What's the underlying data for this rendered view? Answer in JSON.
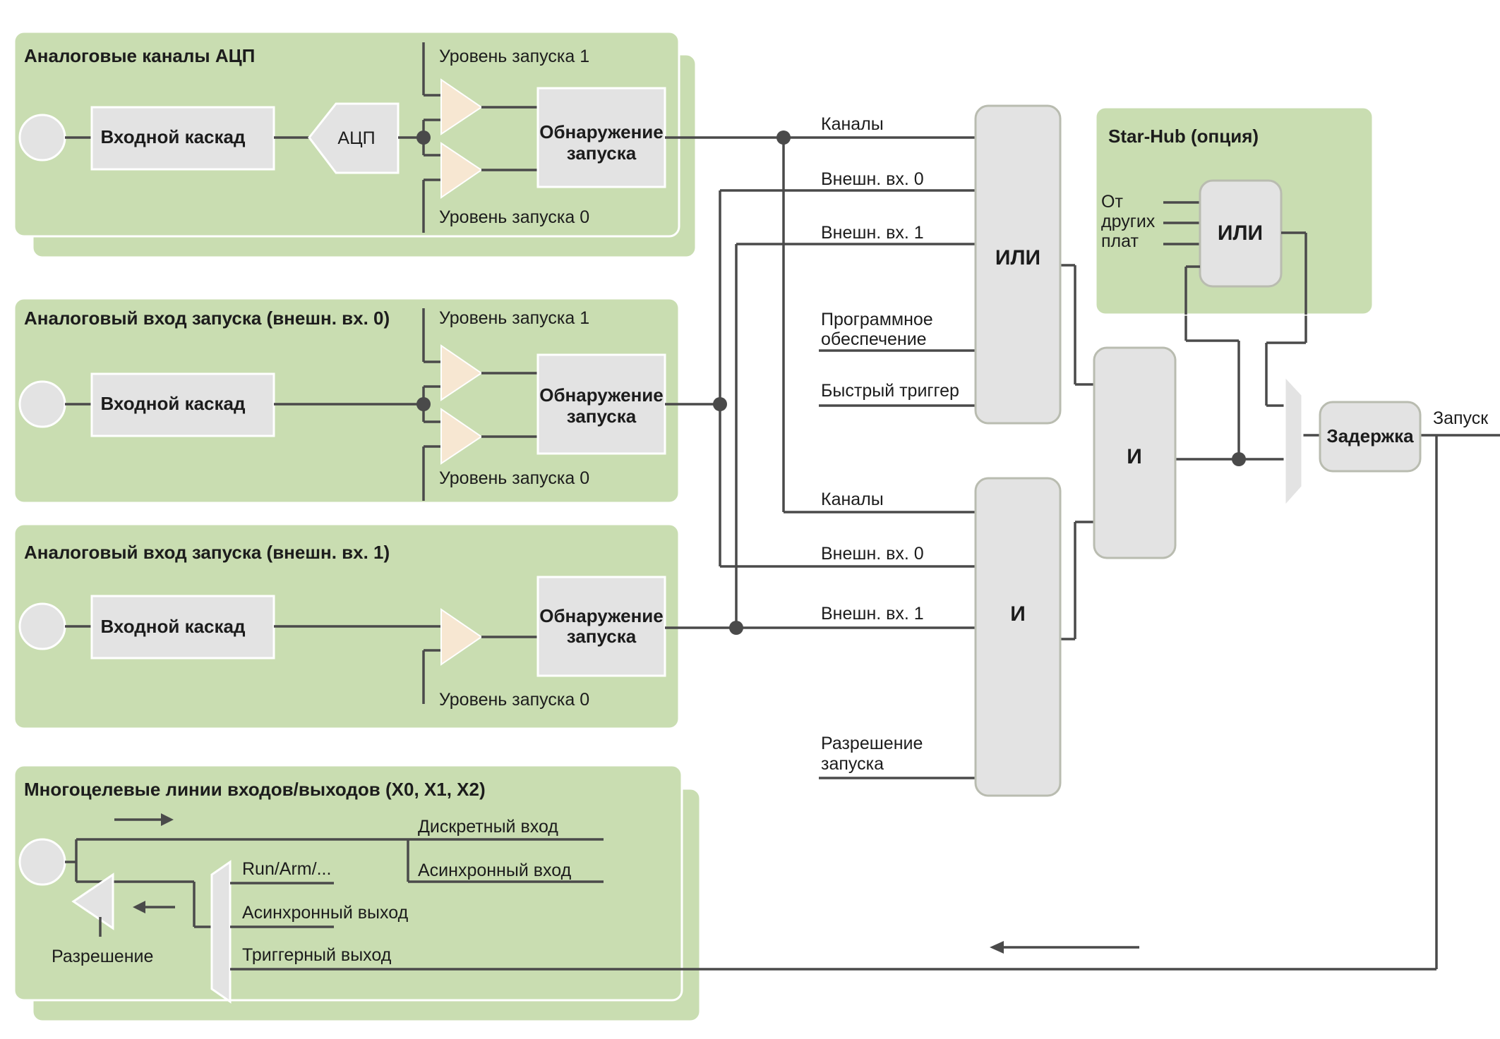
{
  "panels": {
    "adc": {
      "title": "Аналоговые каналы АЦП",
      "input_stage": "Входной каскад",
      "adc": "АЦП",
      "level1": "Уровень запуска 1",
      "level0": "Уровень запуска 0",
      "detect": [
        "Обнаружение",
        "запуска"
      ]
    },
    "ext0": {
      "title": "Аналоговый вход запуска (внешн. вх. 0)",
      "input_stage": "Входной каскад",
      "level1": "Уровень запуска 1",
      "level0": "Уровень запуска 0",
      "detect": [
        "Обнаружение",
        "запуска"
      ]
    },
    "ext1": {
      "title": "Аналоговый вход запуска (внешн. вх. 1)",
      "input_stage": "Входной каскад",
      "level0": "Уровень запуска 0",
      "detect": [
        "Обнаружение",
        "запуска"
      ]
    },
    "mio": {
      "title": "Многоцелевые линии входов/выходов (X0, X1, X2)",
      "digital_in": "Дискретный вход",
      "async_in": "Асинхронный вход",
      "run_arm": "Run/Arm/...",
      "async_out": "Асинхронный выход",
      "trigger_out": "Триггерный выход",
      "enable": "Разрешение"
    }
  },
  "or_inputs": {
    "channels": "Каналы",
    "ext0": "Внешн. вх. 0",
    "ext1": "Внешн. вх. 1",
    "software": [
      "Программное",
      "обеспечение"
    ],
    "fast": "Быстрый триггер"
  },
  "and_inputs": {
    "channels": "Каналы",
    "ext0": "Внешн. вх. 0",
    "ext1": "Внешн. вх. 1",
    "enable": [
      "Разрешение",
      "запуска"
    ]
  },
  "gates": {
    "or": "ИЛИ",
    "and_left": "И",
    "and_right": "И"
  },
  "starhub": {
    "title": "Star-Hub (опция)",
    "from_other": [
      "От",
      "других",
      "плат"
    ],
    "or": "ИЛИ"
  },
  "delay": "Задержка",
  "output": "Запуск",
  "colors": {
    "panel": "#c9ddb1",
    "block": "#e3e3e3",
    "comparator": "#f7e7d2",
    "line": "#4a4a4a"
  }
}
